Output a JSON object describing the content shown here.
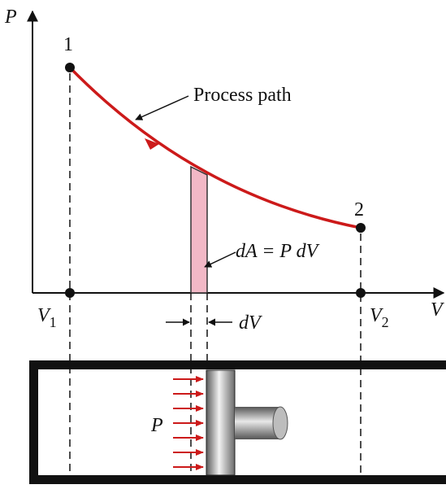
{
  "axes": {
    "y_label": "P",
    "x_label": "V"
  },
  "states": {
    "state1": {
      "label": "1"
    },
    "state2": {
      "label": "2"
    }
  },
  "volumes": {
    "v1": {
      "main": "V",
      "sub": "1"
    },
    "v2": {
      "main": "V",
      "sub": "2"
    }
  },
  "annotations": {
    "process_path": "Process path",
    "area_element": "dA = P dV",
    "dv": "dV",
    "pressure": "P"
  },
  "colors": {
    "curve": "#cc1a1a",
    "strip_fill": "#f2b8c6",
    "pressure_arrows": "#cc1a1a",
    "ink": "#111111"
  }
}
